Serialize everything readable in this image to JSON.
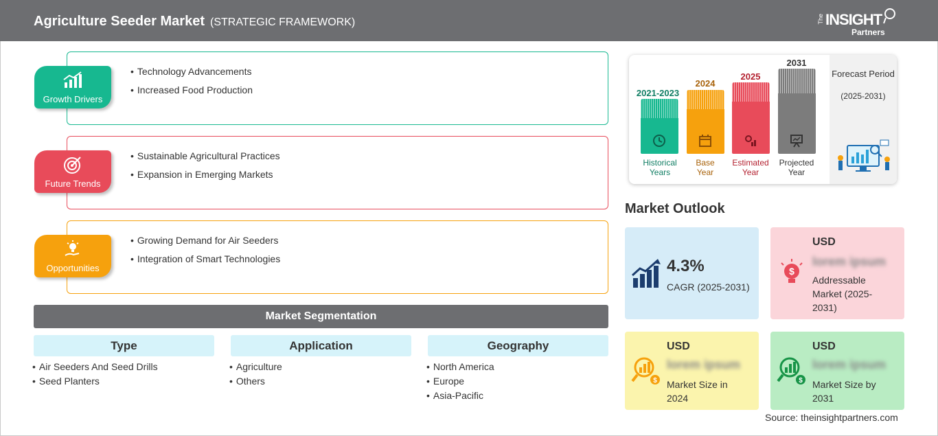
{
  "header": {
    "title": "Agriculture Seeder Market",
    "subtitle": "(STRATEGIC FRAMEWORK)",
    "logo_the": "The",
    "logo_insight": "INSIGHT",
    "logo_partners": "Partners"
  },
  "drivers": {
    "growth": {
      "label": "Growth Drivers",
      "items": [
        "Technology Advancements",
        "Increased Food Production"
      ],
      "color": "#17b890"
    },
    "trends": {
      "label": "Future Trends",
      "items": [
        "Sustainable Agricultural Practices",
        "Expansion in Emerging Markets"
      ],
      "color": "#e84b5a"
    },
    "opportunities": {
      "label": "Opportunities",
      "items": [
        "Growing Demand for Air Seeders",
        "Integration of Smart Technologies"
      ],
      "color": "#f6a10d"
    }
  },
  "segmentation": {
    "title": "Market Segmentation",
    "columns": [
      {
        "head": "Type",
        "items": [
          "Air Seeders And Seed Drills",
          "Seed Planters"
        ]
      },
      {
        "head": "Application",
        "items": [
          "Agriculture",
          "Others"
        ]
      },
      {
        "head": "Geography",
        "items": [
          "North America",
          "Europe",
          "Asia-Pacific"
        ]
      }
    ]
  },
  "timeline": {
    "periods": [
      {
        "year": "2021-2023",
        "label_line1": "Historical",
        "label_line2": "Years",
        "color": "#17b890",
        "icon": "history-icon"
      },
      {
        "year": "2024",
        "label_line1": "Base",
        "label_line2": "Year",
        "color": "#f6a10d",
        "icon": "calendar-icon"
      },
      {
        "year": "2025",
        "label_line1": "Estimated",
        "label_line2": "Year",
        "color": "#e84b5a",
        "icon": "gear-chart-icon"
      },
      {
        "year": "2031",
        "label_line1": "Projected",
        "label_line2": "Year",
        "color": "#7c7c7c",
        "icon": "presentation-icon"
      }
    ],
    "forecast_title": "Forecast Period",
    "forecast_range": "(2025-2031)"
  },
  "outlook": {
    "title": "Market Outlook",
    "cagr_value": "4.3%",
    "cagr_label": "CAGR (2025-2031)",
    "addressable": {
      "usd": "USD",
      "value": "lorem ipsum",
      "desc": "Addressable Market (2025-2031)"
    },
    "size_2024": {
      "usd": "USD",
      "value": "lorem ipsum",
      "desc": "Market Size in 2024"
    },
    "size_2031": {
      "usd": "USD",
      "value": "lorem ipsum",
      "desc": "Market Size by 2031"
    }
  },
  "source": "Source: theinsightpartners.com"
}
